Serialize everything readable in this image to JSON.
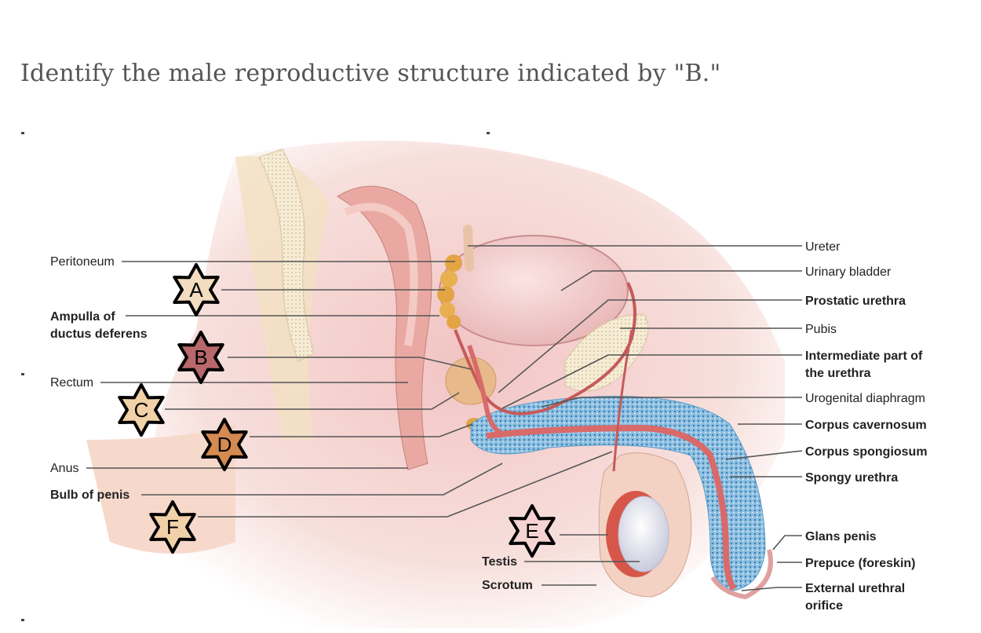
{
  "question": "Identify the male reproductive structure indicated by \"B.\"",
  "left_labels": {
    "peritoneum": "Peritoneum",
    "ampulla_line1": "Ampulla of",
    "ampulla_line2": "ductus deferens",
    "rectum": "Rectum",
    "anus": "Anus",
    "bulb": "Bulb of penis"
  },
  "right_labels": {
    "ureter": "Ureter",
    "bladder": "Urinary bladder",
    "prostatic_urethra": "Prostatic urethra",
    "pubis": "Pubis",
    "intermediate_line1": "Intermediate part of",
    "intermediate_line2": "the urethra",
    "urogenital": "Urogenital diaphragm",
    "cavernosum": "Corpus cavernosum",
    "spongiosum": "Corpus spongiosum",
    "spongy_urethra": "Spongy urethra",
    "glans": "Glans penis",
    "prepuce": "Prepuce (foreskin)",
    "external_line1": "External urethral",
    "external_line2": "orifice"
  },
  "bottom_labels": {
    "testis": "Testis",
    "scrotum": "Scrotum"
  },
  "markers": {
    "A": {
      "letter": "A",
      "color": "#f3dcc0"
    },
    "B": {
      "letter": "B",
      "color": "#b8676b"
    },
    "C": {
      "letter": "C",
      "color": "#f1d2a8"
    },
    "D": {
      "letter": "D",
      "color": "#d58a52"
    },
    "E": {
      "letter": "E",
      "color": "#f5d3d3"
    },
    "F": {
      "letter": "F",
      "color": "#f1d2a8"
    }
  }
}
